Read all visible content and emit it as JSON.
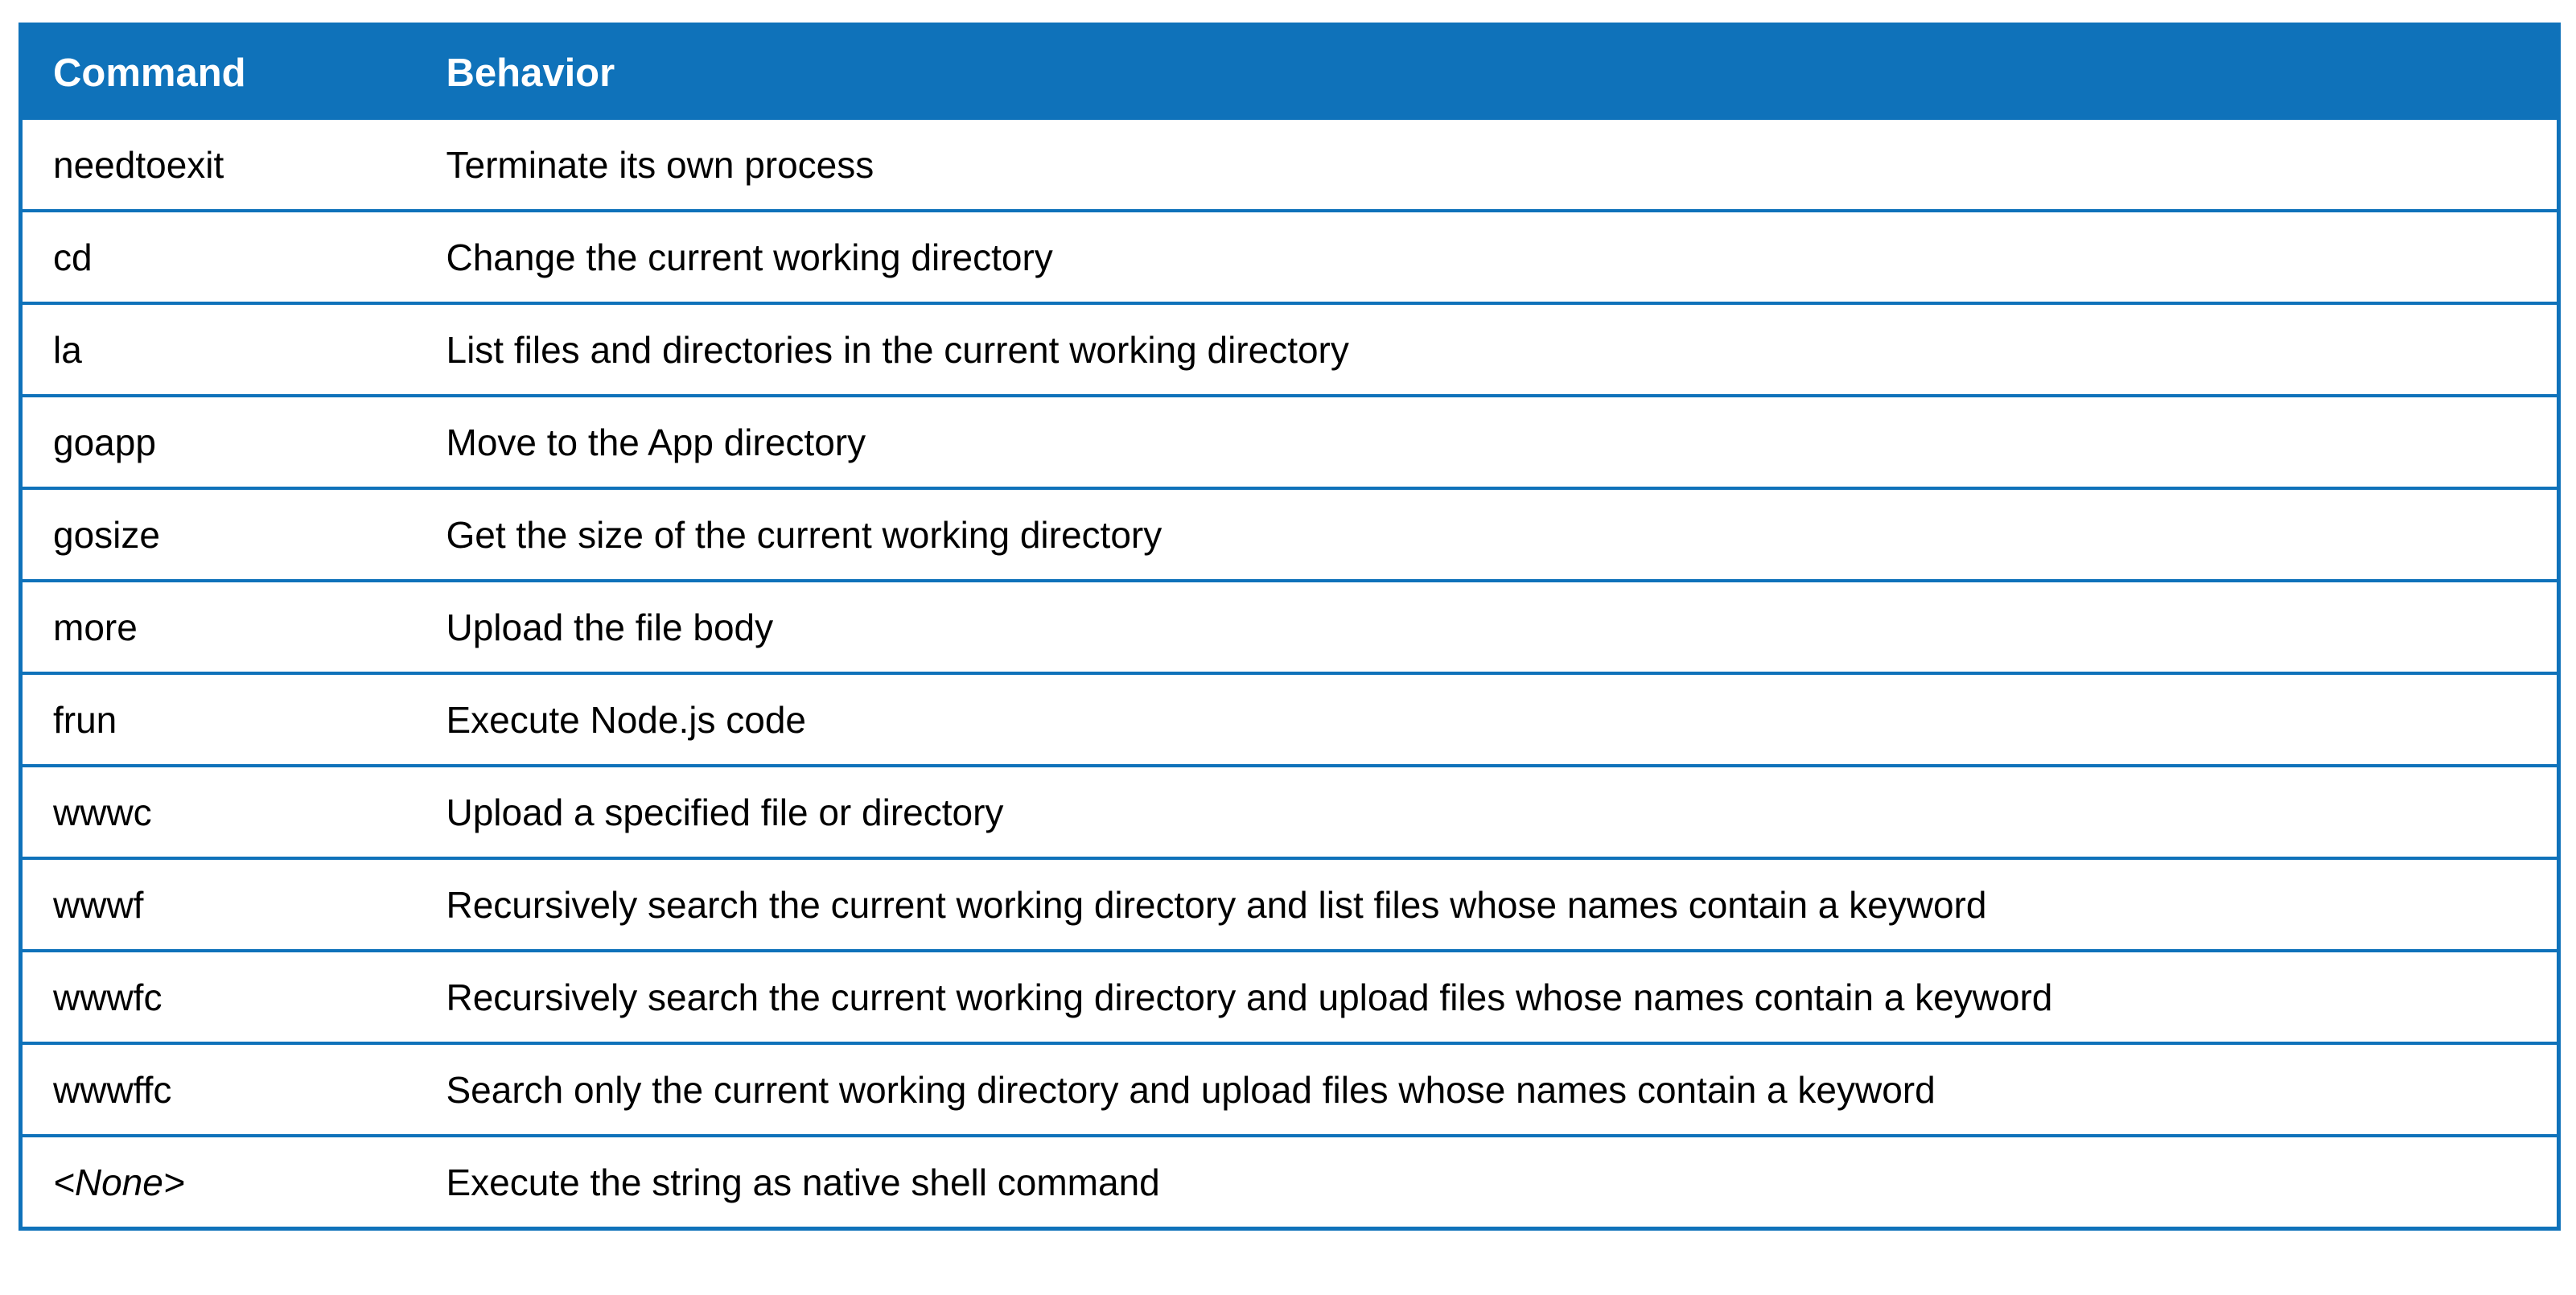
{
  "table": {
    "columns": [
      {
        "label": "Command"
      },
      {
        "label": "Behavior"
      }
    ],
    "rows": [
      {
        "command": "needtoexit",
        "behavior": "Terminate its own process",
        "italic": false
      },
      {
        "command": "cd",
        "behavior": "Change the current working directory",
        "italic": false
      },
      {
        "command": "la",
        "behavior": "List files and directories in the current working directory",
        "italic": false
      },
      {
        "command": "goapp",
        "behavior": "Move to the App directory",
        "italic": false
      },
      {
        "command": "gosize",
        "behavior": "Get the size of the current working directory",
        "italic": false
      },
      {
        "command": "more",
        "behavior": "Upload the file body",
        "italic": false
      },
      {
        "command": "frun",
        "behavior": "Execute Node.js code",
        "italic": false
      },
      {
        "command": "wwwc",
        "behavior": "Upload a specified file or directory",
        "italic": false
      },
      {
        "command": "wwwf",
        "behavior": "Recursively search the current working directory and list files whose names contain a keyword",
        "italic": false
      },
      {
        "command": "wwwfc",
        "behavior": "Recursively search the current working directory and upload files whose names contain a keyword",
        "italic": false
      },
      {
        "command": "wwwffc",
        "behavior": "Search only the current working directory and upload files whose names contain a keyword",
        "italic": false
      },
      {
        "command": "<None>",
        "behavior": "Execute the string as native shell command",
        "italic": true
      }
    ],
    "colors": {
      "accent_blue": "#0f72ba",
      "none_text_gray": "#5f6b70",
      "header_text": "#ffffff",
      "body_text": "#000000"
    }
  }
}
